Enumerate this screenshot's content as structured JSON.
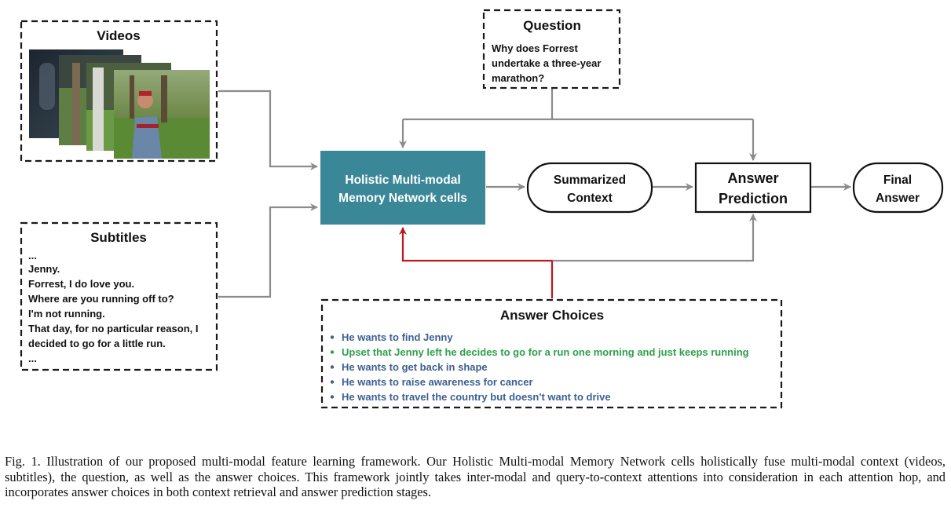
{
  "videos": {
    "title": "Videos"
  },
  "question": {
    "title": "Question",
    "lines": [
      "Why does Forrest",
      "undertake a three-year",
      "marathon?"
    ]
  },
  "subtitles": {
    "title": "Subtitles",
    "lines": [
      "...",
      "Jenny.",
      "Forrest, I do love you.",
      "Where are you running off to?",
      "I'm not running.",
      "That day, for no particular reason, I",
      "decided to go for a little run.",
      "..."
    ]
  },
  "hmmn": {
    "lines": [
      "Holistic Multi-modal",
      "Memory Network cells"
    ]
  },
  "summarized": {
    "lines": [
      "Summarized",
      "Context"
    ]
  },
  "prediction": {
    "lines": [
      "Answer",
      "Prediction"
    ]
  },
  "final": {
    "lines": [
      "Final",
      "Answer"
    ]
  },
  "answer_choices": {
    "title": "Answer Choices",
    "items": [
      {
        "text": "He wants to find Jenny",
        "correct": false
      },
      {
        "text": "Upset that Jenny left he decides to go for a run one morning and just keeps running",
        "correct": true
      },
      {
        "text": "He wants to get back in shape",
        "correct": false
      },
      {
        "text": "He wants to raise awareness for cancer",
        "correct": false
      },
      {
        "text": "He wants to travel the country but doesn't want to drive",
        "correct": false
      }
    ]
  },
  "caption": "Fig. 1.  Illustration of our proposed multi-modal feature learning framework. Our Holistic Multi-modal Memory Network cells holistically fuse multi-modal context (videos, subtitles), the question, as well as the answer choices. This framework jointly takes inter-modal and query-to-context attentions into consideration in each attention hop, and incorporates answer choices in both context retrieval and answer prediction stages.",
  "colors": {
    "hmmn_fill": "#3a8797",
    "arrow_gray": "#8c8c8c",
    "arrow_red": "#c0161d",
    "choice_blue": "#3d5f93",
    "choice_green": "#2ea04a"
  }
}
